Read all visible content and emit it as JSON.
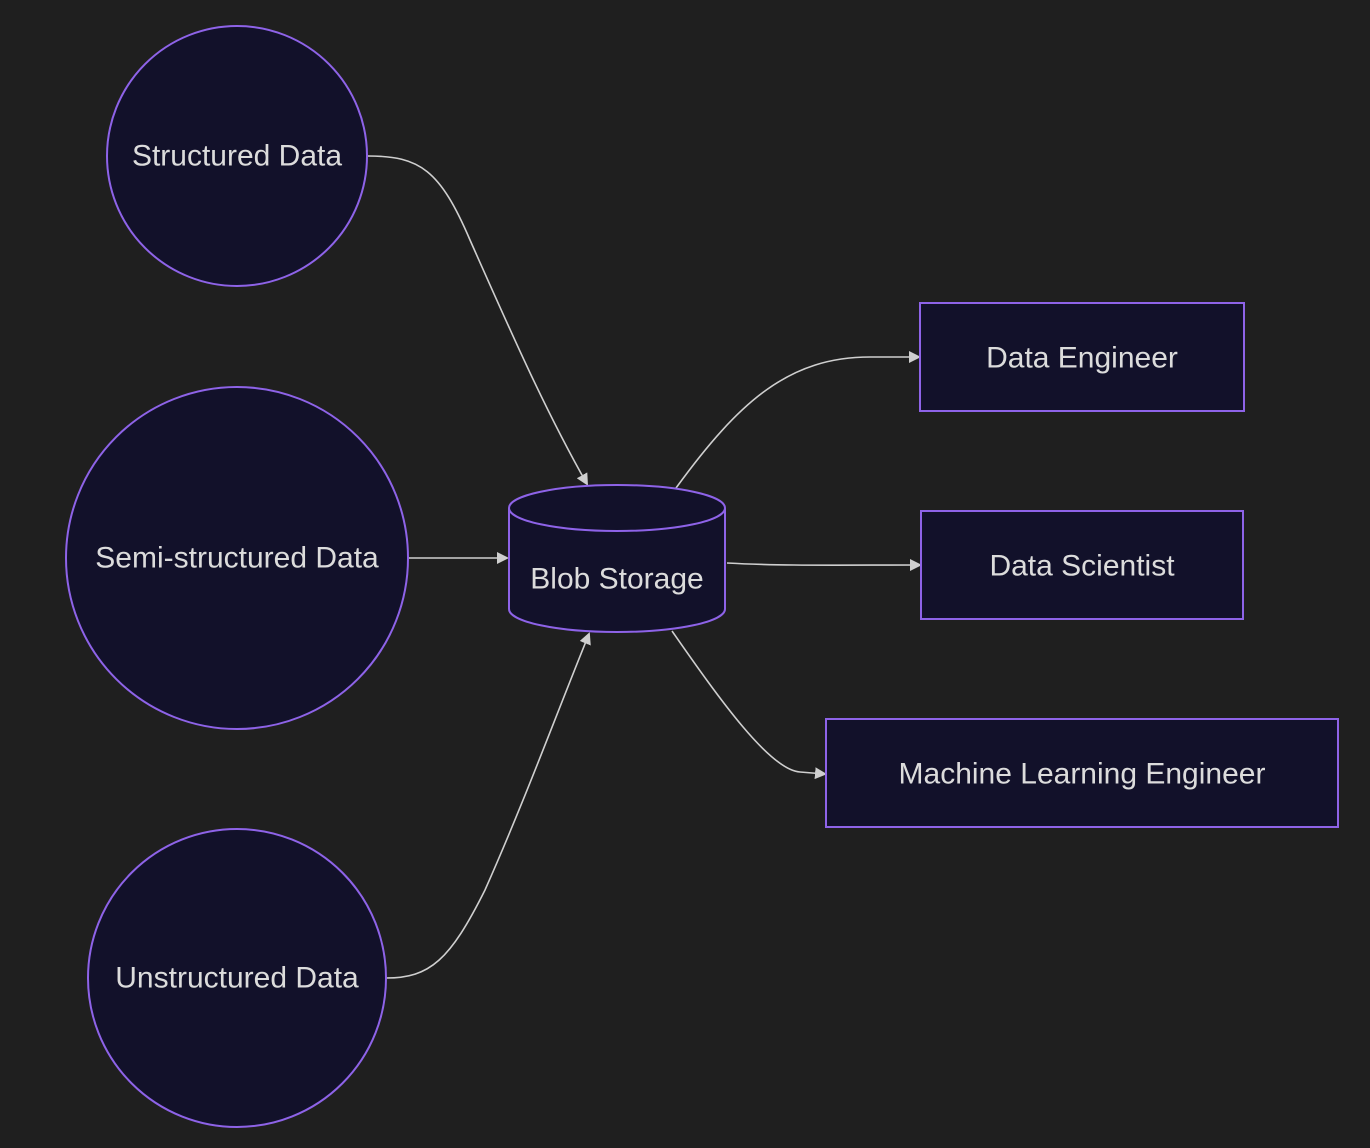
{
  "diagram": {
    "nodes": {
      "structured": {
        "label": "Structured Data",
        "shape": "circle"
      },
      "semi_structured": {
        "label": "Semi-structured Data",
        "shape": "circle"
      },
      "unstructured": {
        "label": "Unstructured Data",
        "shape": "circle"
      },
      "blob": {
        "label": "Blob Storage",
        "shape": "cylinder"
      },
      "data_engineer": {
        "label": "Data Engineer",
        "shape": "rectangle"
      },
      "data_scientist": {
        "label": "Data Scientist",
        "shape": "rectangle"
      },
      "ml_engineer": {
        "label": "Machine Learning Engineer",
        "shape": "rectangle"
      }
    },
    "edges": [
      {
        "from": "Structured Data",
        "to": "Blob Storage"
      },
      {
        "from": "Semi-structured Data",
        "to": "Blob Storage"
      },
      {
        "from": "Unstructured Data",
        "to": "Blob Storage"
      },
      {
        "from": "Blob Storage",
        "to": "Data Engineer"
      },
      {
        "from": "Blob Storage",
        "to": "Data Scientist"
      },
      {
        "from": "Blob Storage",
        "to": "Machine Learning Engineer"
      }
    ],
    "colors": {
      "background": "#1f1f1f",
      "node_fill": "#12112a",
      "node_stroke": "#8e63e8",
      "edge": "#cfcfcf",
      "text": "#dcdcdc"
    }
  }
}
